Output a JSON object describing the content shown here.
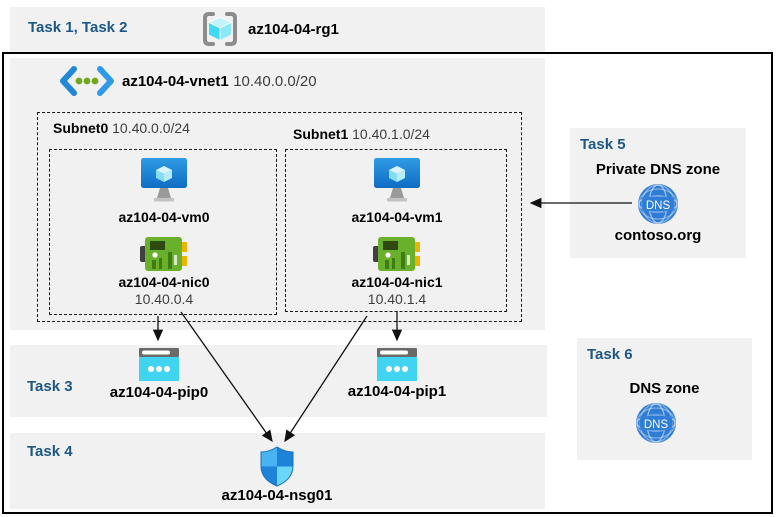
{
  "colors": {
    "accent_task_label": "#1d5788",
    "panel_gray": "#f1f1f1",
    "outer_border": "#000000",
    "arrow": "#111111",
    "vm_blue": "#1b84da",
    "nic_green": "#69b02b",
    "pip_cyan": "#41d4f1",
    "dns_blue": "#2e7cd6",
    "shield_light": "#49b2f0",
    "shield_dark": "#1d83d9",
    "rg_cube_cyan": "#53dff4"
  },
  "header": {
    "task_label": "Task 1, Task 2",
    "resource_group": "az104-04-rg1"
  },
  "vnet": {
    "name": "az104-04-vnet1",
    "cidr": "10.40.0.0/20",
    "subnets": [
      {
        "name": "Subnet0",
        "cidr": "10.40.0.0/24",
        "vm": "az104-04-vm0",
        "nic": "az104-04-nic0",
        "ip": "10.40.0.4"
      },
      {
        "name": "Subnet1",
        "cidr": "10.40.1.0/24",
        "vm": "az104-04-vm1",
        "nic": "az104-04-nic1",
        "ip": "10.40.1.4"
      }
    ]
  },
  "task3": {
    "label": "Task 3",
    "pip0": "az104-04-pip0",
    "pip1": "az104-04-pip1"
  },
  "task4": {
    "label": "Task 4",
    "nsg": "az104-04-nsg01"
  },
  "task5": {
    "label": "Task 5",
    "title": "Private DNS zone",
    "zone": "contoso.org",
    "icon_text": "DNS"
  },
  "task6": {
    "label": "Task 6",
    "title": "DNS zone",
    "icon_text": "DNS"
  }
}
